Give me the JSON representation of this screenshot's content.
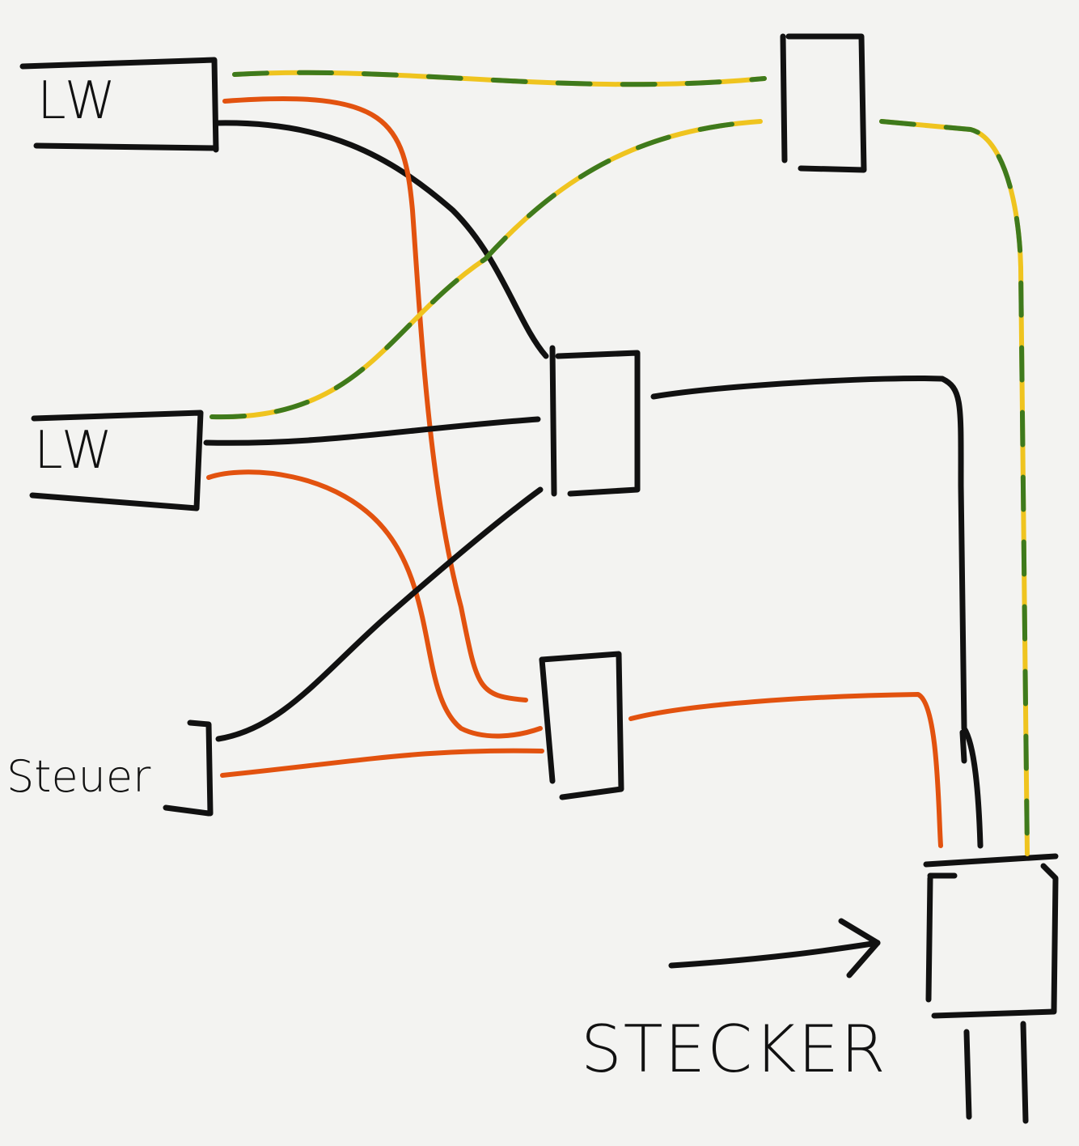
{
  "labels": {
    "lw_top": "LW",
    "lw_middle": "LW",
    "steuer": "Steuer",
    "stecker": "STECKER"
  },
  "colors": {
    "background": "#f3f3f1",
    "black_wire": "#111111",
    "orange_wire": "#e2520f",
    "green_wire": "#3e7a1c",
    "yellow_wire": "#efc41f"
  }
}
